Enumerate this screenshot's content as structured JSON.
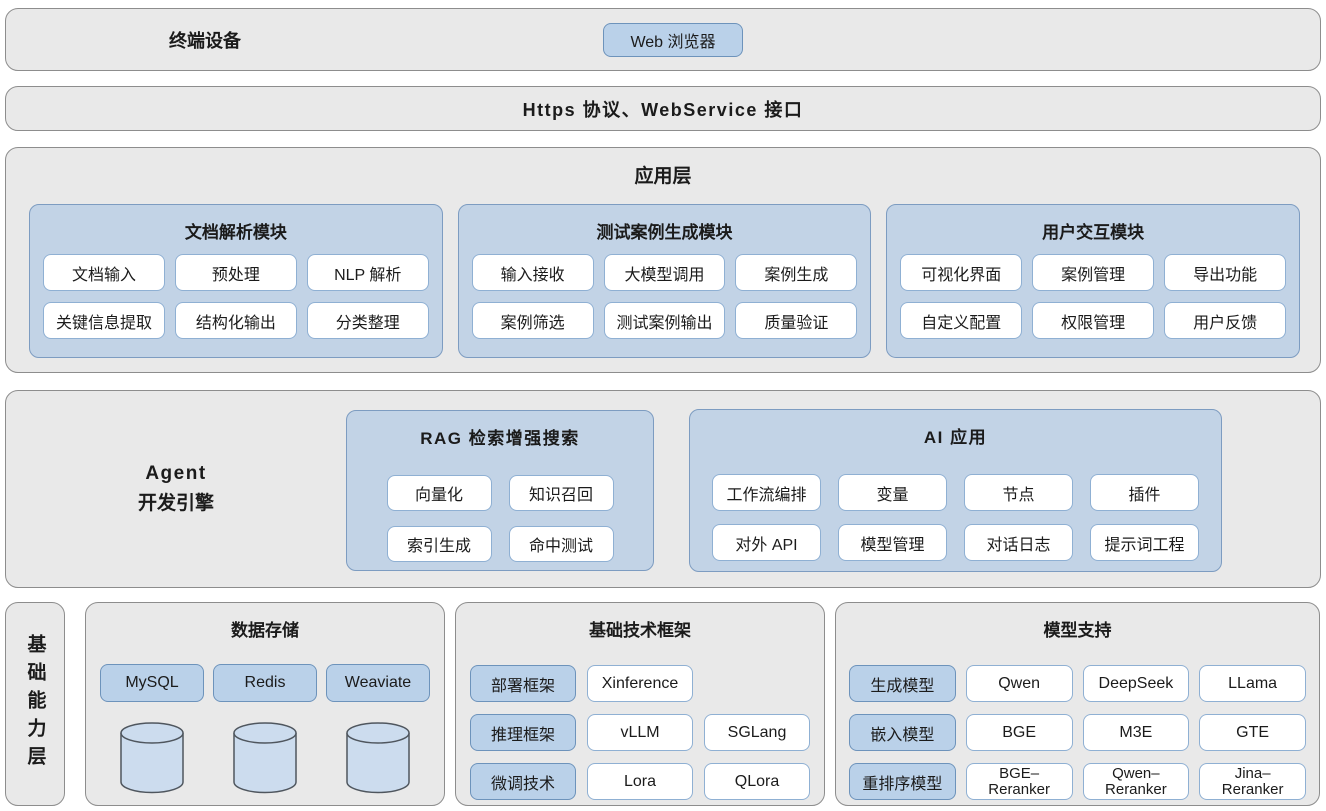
{
  "colors": {
    "layer_bg": "#e9e9e9",
    "layer_border": "#8d8d8d",
    "module_bg": "#c2d3e6",
    "module_border": "#7d9cc1",
    "item_border": "#8fb0d3",
    "blue_button_bg": "#bad1e9",
    "blue_button_border": "#6d93bb",
    "cylinder_fill": "#ccdcee",
    "text": "#1b1b1b"
  },
  "terminal": {
    "label": "终端设备",
    "browser": "Web 浏览器"
  },
  "protocol": {
    "label": "Https 协议、WebService 接口"
  },
  "application": {
    "title": "应用层",
    "modules": [
      {
        "title": "文档解析模块",
        "items": [
          "文档输入",
          "预处理",
          "NLP 解析",
          "关键信息提取",
          "结构化输出",
          "分类整理"
        ]
      },
      {
        "title": "测试案例生成模块",
        "items": [
          "输入接收",
          "大模型调用",
          "案例生成",
          "案例筛选",
          "测试案例输出",
          "质量验证"
        ]
      },
      {
        "title": "用户交互模块",
        "items": [
          "可视化界面",
          "案例管理",
          "导出功能",
          "自定义配置",
          "权限管理",
          "用户反馈"
        ]
      }
    ]
  },
  "agent": {
    "label_line1": "Agent",
    "label_line2": "开发引擎",
    "rag": {
      "title": "RAG 检索增强搜索",
      "items": [
        "向量化",
        "知识召回",
        "索引生成",
        "命中测试"
      ]
    },
    "ai": {
      "title": "AI 应用",
      "items": [
        "工作流编排",
        "变量",
        "节点",
        "插件",
        "对外 API",
        "模型管理",
        "对话日志",
        "提示词工程"
      ]
    }
  },
  "foundation": {
    "label": "基础能力层",
    "storage": {
      "title": "数据存储",
      "items": [
        "MySQL",
        "Redis",
        "Weaviate"
      ],
      "icon": "database-cylinder"
    },
    "framework": {
      "title": "基础技术框架",
      "rows": [
        {
          "label": "部署框架",
          "items": [
            "Xinference"
          ]
        },
        {
          "label": "推理框架",
          "items": [
            "vLLM",
            "SGLang"
          ]
        },
        {
          "label": "微调技术",
          "items": [
            "Lora",
            "QLora"
          ]
        }
      ]
    },
    "models": {
      "title": "模型支持",
      "rows": [
        {
          "label": "生成模型",
          "items": [
            "Qwen",
            "DeepSeek",
            "LLama"
          ]
        },
        {
          "label": "嵌入模型",
          "items": [
            "BGE",
            "M3E",
            "GTE"
          ]
        },
        {
          "label": "重排序模型",
          "items": [
            "BGE–\nReranker",
            "Qwen–\nReranker",
            "Jina–\nReranker"
          ]
        }
      ]
    }
  }
}
